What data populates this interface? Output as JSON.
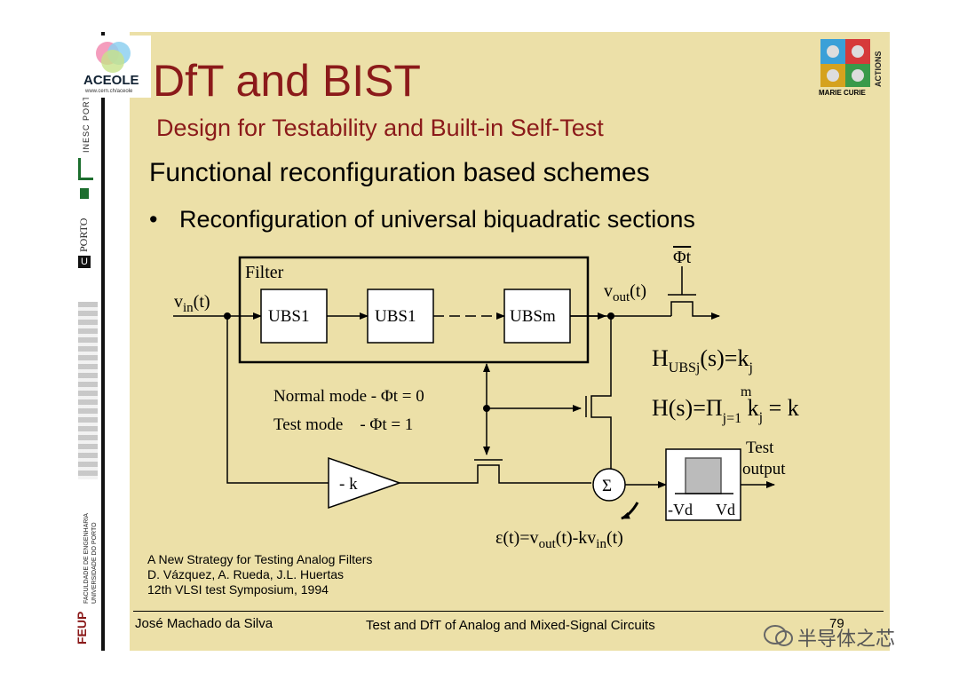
{
  "header": {
    "title": "DfT and BIST",
    "subtitle": "Design for Testability and Built-in Self-Test"
  },
  "content": {
    "heading": "Functional reconfiguration based schemes",
    "bullet_symbol": "•",
    "bullet": "Reconfiguration of universal biquadratic sections"
  },
  "logos": {
    "aceole": "ACEOLE",
    "aceole_url": "www.cern.ch/aceole",
    "inesc": "INESC PORTO",
    "uporto": "PORTO",
    "uporto_mark": "U",
    "feup": "FEUP",
    "feup_full": "FACULDADE DE ENGENHARIA",
    "feup_full2": "UNIVERSIDADE DO PORTO",
    "marie_curie": "MARIE CURIE",
    "actions": "ACTIONS"
  },
  "diagram": {
    "filter_label": "Filter",
    "vin": "v",
    "vin_sub": "in",
    "vin_arg": "(t)",
    "block1": "UBS1",
    "block2": "UBS1",
    "block3": "UBSm",
    "vout": "v",
    "vout_sub": "out",
    "vout_arg": "(t)",
    "phi_bar": "Φt",
    "normal_mode": "Normal mode - Φt = 0",
    "test_mode": "Test mode    - Φt = 1",
    "gain": "- k",
    "sum": "Σ",
    "h_ubs": "H",
    "h_ubs_sub": "UBSj",
    "h_ubs_rest": "(s)=k",
    "h_ubs_k_sub": "j",
    "h_total": "H(s)=Π",
    "h_total_sub": "j=1",
    "h_total_sup": "m",
    "h_total_rest": " k",
    "h_total_k_sub": "j",
    "h_total_end": " = k",
    "window_neg": "-Vd",
    "window_pos": "Vd",
    "test_output_1": "Test",
    "test_output_2": "output",
    "error_eq_1": "ε(t)=v",
    "error_eq_out": "out",
    "error_eq_2": "(t)-kv",
    "error_eq_in": "in",
    "error_eq_3": "(t)"
  },
  "reference": {
    "line1": "A New Strategy for Testing Analog Filters",
    "line2": "D. Vázquez, A. Rueda, J.L. Huertas",
    "line3": "12th VLSI test Symposium, 1994"
  },
  "footer": {
    "author": "José Machado da Silva",
    "course": "Test and DfT of Analog and Mixed-Signal Circuits",
    "page": "79"
  },
  "watermark": "半导体之芯"
}
